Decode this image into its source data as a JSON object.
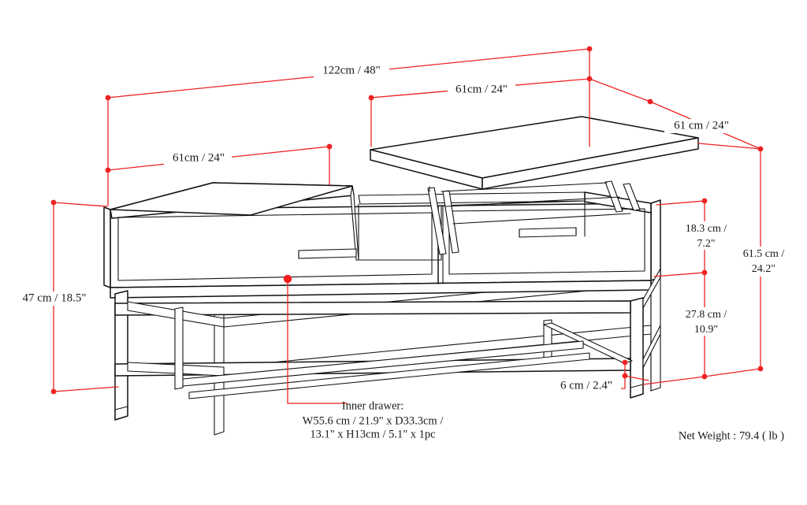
{
  "document": {
    "kind": "furniture-dimension-drawing",
    "subject": "Lift-top storage coffee table",
    "background_color": "#ffffff",
    "line_color": "#111111",
    "dimension_color": "#ee2222"
  },
  "dimensions": {
    "overall_width": "122cm / 48\"",
    "top_half_width": "61cm / 24\"",
    "lift_top_width": "61cm / 24\"",
    "depth": "61 cm / 24\"",
    "base_height": "47 cm / 18.5\"",
    "lift_rise": "18.3 cm / \n7.2\"",
    "lift_rise_line1": "18.3 cm /",
    "lift_rise_line2": "7.2\"",
    "total_height_line1": "61.5 cm /",
    "total_height_line2": "24.2\"",
    "lower_section_line1": "27.8 cm /",
    "lower_section_line2": "10.9\"",
    "foot_height": "6 cm / 2.4\""
  },
  "notes": {
    "inner_drawer_line1": "Inner drawer:",
    "inner_drawer_line2": "W55.6 cm / 21.9\" x D33.3cm /",
    "inner_drawer_line3": "13.1\" x H13cm / 5.1\" x 1pc",
    "net_weight": "Net Weight : 79.4 ( lb )"
  }
}
